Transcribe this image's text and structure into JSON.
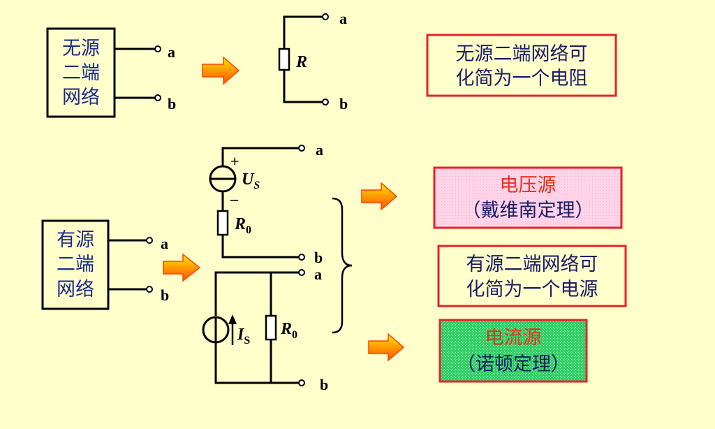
{
  "passive": {
    "box_lines": [
      "无源",
      "二端",
      "网络"
    ],
    "terminal_a": "a",
    "terminal_b": "b",
    "resistor_label": "R",
    "equiv_a": "a",
    "equiv_b": "b",
    "note_lines": [
      "无源二端网络可",
      "化简为一个电阻"
    ]
  },
  "active": {
    "box_lines": [
      "有源",
      "二端",
      "网络"
    ],
    "terminal_a": "a",
    "terminal_b": "b",
    "voltage_source": {
      "plus": "+",
      "minus": "–",
      "label_main": "U",
      "label_sub": "S",
      "r_main": "R",
      "r_sub": "0",
      "terminal_a": "a",
      "terminal_b": "b"
    },
    "current_source": {
      "label_main": "I",
      "label_sub": "S",
      "r_main": "R",
      "r_sub": "0",
      "terminal_a": "a",
      "terminal_b": "b"
    },
    "voltage_note_lines": [
      "电压源",
      "（戴维南定理）"
    ],
    "middle_note_lines": [
      "有源二端网络可",
      "化简为一个电源"
    ],
    "current_note_lines": [
      "电流源",
      "（诺顿定理）"
    ]
  },
  "colors": {
    "background": "#FFFFCC",
    "box_text": "#1a2a8c",
    "note_border_red": "#e8202a",
    "voltage_box_fill": "#ffd4e8",
    "current_box_fill": "#33cc66",
    "accent_red": "#e8301a",
    "arrow_orange": "#ff6600",
    "arrow_yellow": "#ffee00"
  }
}
